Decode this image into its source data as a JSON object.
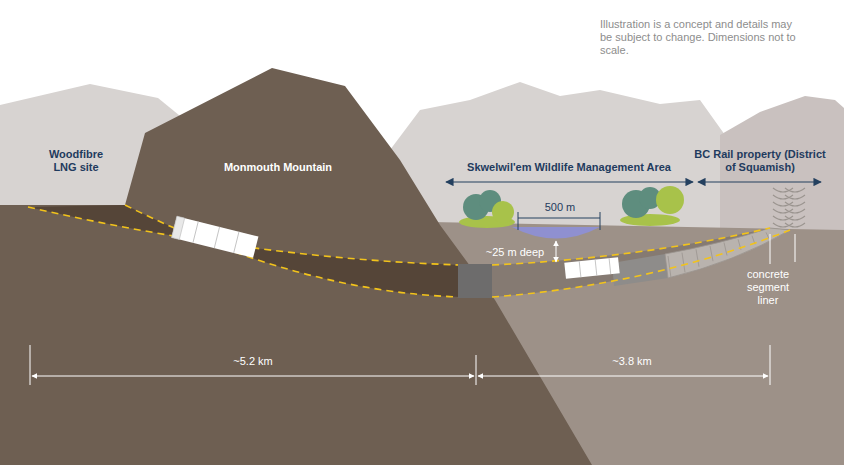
{
  "diagram": {
    "labels": [
      "Illustration is a concept and details may be subject to change. Dimensions not to scale.",
      "Woodfibre LNG site",
      "Monmouth Mountain",
      "Skwelwil'em Wildlife Management Area",
      "BC Rail property (District of Squamish)",
      "500 m",
      "~25 m deep",
      "concrete segment liner",
      "~5.2 km",
      "~3.8 km"
    ]
  }
}
